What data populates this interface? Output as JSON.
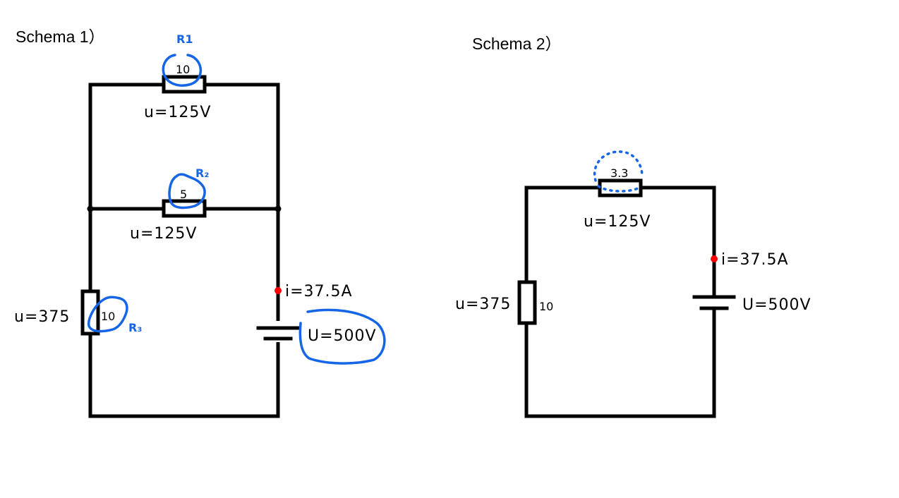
{
  "schema1": {
    "title": "Schema  1）",
    "r1": {
      "tag": "R1",
      "value": "10",
      "voltage": "u=125V"
    },
    "r2": {
      "tag": "R₂",
      "value": "5",
      "voltage": "u=125V"
    },
    "r3": {
      "tag": "R₃",
      "value": "10",
      "voltage": "u=375"
    },
    "current": "i=37.5A",
    "source": "U=500V"
  },
  "schema2": {
    "title": "Schema  2）",
    "r_eq": {
      "value": "3.3",
      "voltage": "u=125V"
    },
    "r3": {
      "value": "10",
      "voltage": "u=375"
    },
    "current": "i=37.5A",
    "source": "U=500V"
  },
  "colors": {
    "annotation": "#1565e6",
    "current_marker": "#ff0000",
    "wire": "#000000"
  }
}
